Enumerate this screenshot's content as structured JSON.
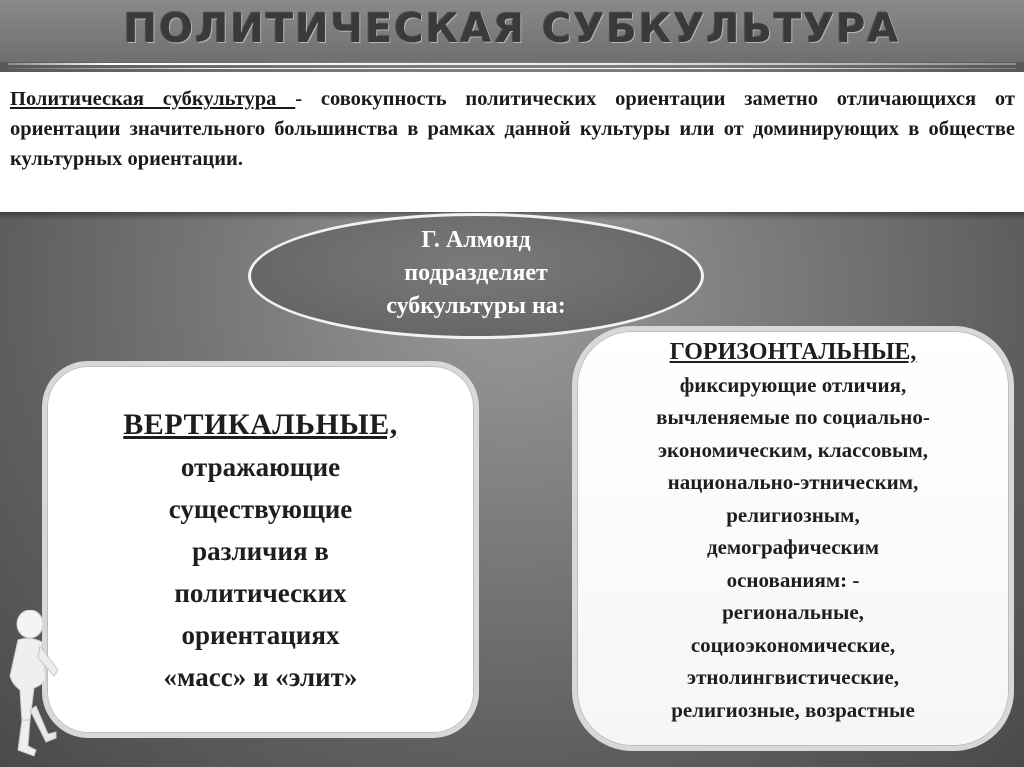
{
  "title": "ПОЛИТИЧЕСКАЯ СУБКУЛЬТУРА",
  "definition": {
    "term": "Политическая субкультура ",
    "text": " - совокупность политических ориентации заметно отличающихся от ориентации значительного большинства в рамках данной культуры или от доминирующих в обществе культурных ориентации."
  },
  "ellipse": {
    "lines": [
      "Г. Алмонд",
      "подразделяет",
      "субкультуры на:"
    ]
  },
  "vertical": {
    "heading": "ВЕРТИКАЛЬНЫЕ,",
    "lines": [
      "отражающие",
      "существующие",
      "различия в",
      "политических",
      "ориентациях",
      "«масс» и «элит»"
    ]
  },
  "horizontal": {
    "heading": "ГОРИЗОНТАЛЬНЫЕ,",
    "lines": [
      "фиксирующие отличия,",
      "вычленяемые по социально-",
      "экономическим, классовым,",
      "национально-этническим,",
      "религиозным,",
      "демографическим",
      "основаниям: -",
      "региональные,",
      "социоэкономические,",
      "этнолингвистические,",
      "религиозные, возрастные"
    ]
  },
  "colors": {
    "background": "#6d6d6d",
    "title_text": "#3a3a3a",
    "box_fill": "#ffffff",
    "ellipse_border": "#f2f2f2"
  },
  "icons": [
    "white-3d-figure"
  ]
}
